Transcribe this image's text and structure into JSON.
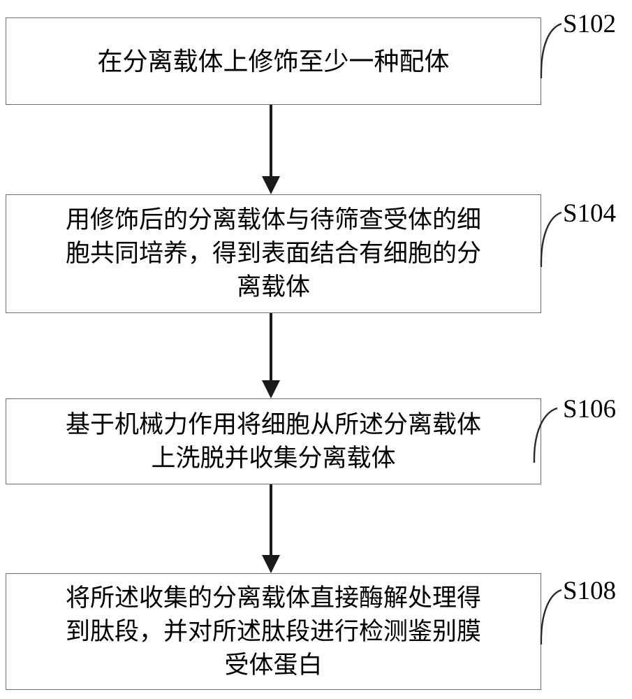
{
  "diagram": {
    "type": "flowchart",
    "orientation": "vertical",
    "title": "",
    "background_color": "#ffffff",
    "box_border_color": "#6f6f6f",
    "text_color": "#000000",
    "connector_color": "#1a1a1a",
    "steps": [
      {
        "id": "S102",
        "label": "S102",
        "text": "在分离载体上修饰至少一种配体"
      },
      {
        "id": "S104",
        "label": "S104",
        "text": "用修饰后的分离载体与待筛查受体的细\n胞共同培养，得到表面结合有细胞的分\n离载体"
      },
      {
        "id": "S106",
        "label": "S106",
        "text": "基于机械力作用将细胞从所述分离载体\n上洗脱并收集分离载体"
      },
      {
        "id": "S108",
        "label": "S108",
        "text": "将所述收集的分离载体直接酶解处理得\n到肽段，并对所述肽段进行检测鉴别膜\n受体蛋白"
      }
    ],
    "connectors": [
      {
        "from": "S102",
        "to": "S104",
        "arrow": "down"
      },
      {
        "from": "S104",
        "to": "S106",
        "arrow": "down"
      },
      {
        "from": "S106",
        "to": "S108",
        "arrow": "down"
      }
    ]
  }
}
